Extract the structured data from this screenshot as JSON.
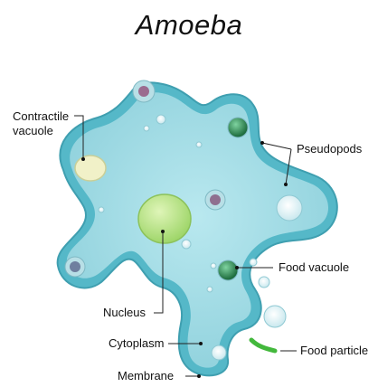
{
  "title": "Amoeba",
  "labels": {
    "contractile_vacuole": [
      "Contractile",
      "vacuole"
    ],
    "pseudopods": "Pseudopods",
    "food_vacuole": "Food vacuole",
    "nucleus": "Nucleus",
    "cytoplasm": "Cytoplasm",
    "food_particle": "Food particle",
    "membrane": "Membrane"
  },
  "colors": {
    "cell_membrane": "#4fb2c2",
    "cytoplasm": "#9fdbe4",
    "nucleus": "#b7e58a",
    "contractile_vacuole": "#eef0c8",
    "food_vacuole": "#2f8f55",
    "food_particle": "#43b83c",
    "bubble": "#e9f7fa"
  }
}
